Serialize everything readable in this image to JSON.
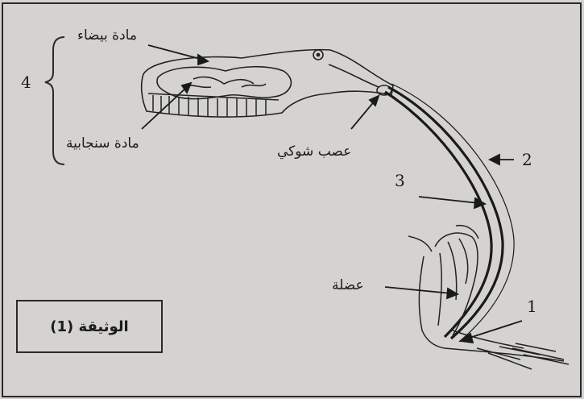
{
  "labels": {
    "white_matter": "مادة بيضاء",
    "gray_matter": "مادة سنجابية",
    "spinal_nerve": "عصب شوكي",
    "muscle": "عضلة",
    "num_1": "1",
    "num_2": "2",
    "num_3": "3",
    "num_4": "4"
  },
  "document_title": "الوثيقة (1)",
  "colors": {
    "background": "#d4d3cf",
    "ink": "#1b1b1b"
  }
}
